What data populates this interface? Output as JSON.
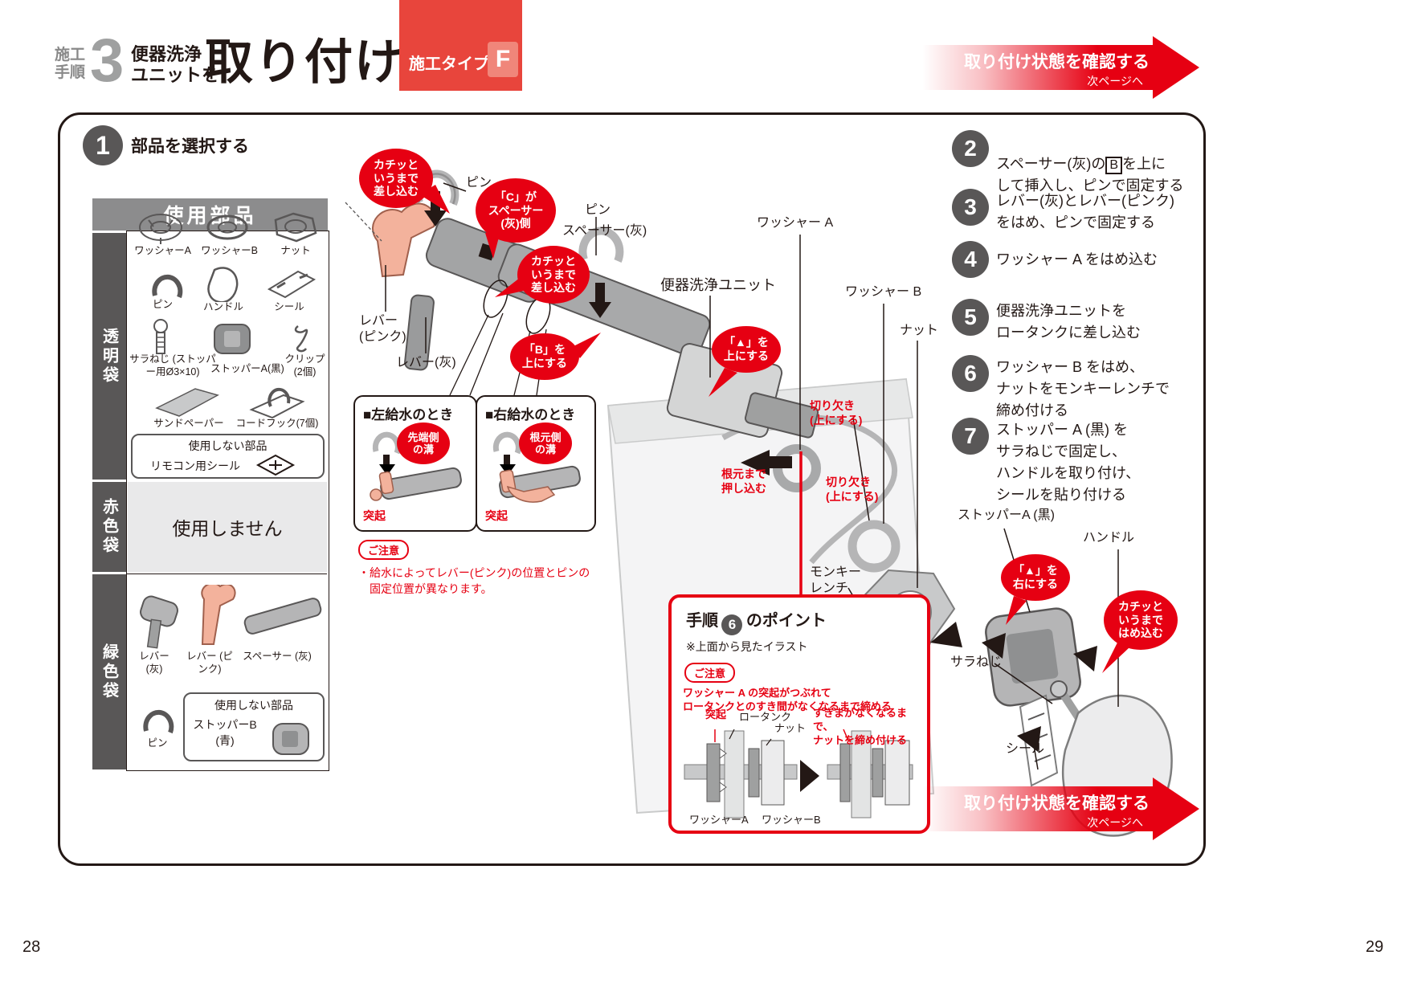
{
  "page": {
    "left_number": "28",
    "right_number": "29"
  },
  "header": {
    "procedure_line1": "施工",
    "procedure_line2": "手順",
    "step_number": "3",
    "object_line1": "便器洗浄",
    "object_line2": "ユニットを",
    "title": "取り付ける",
    "type_label": "施工タイプ",
    "type_value": "F"
  },
  "next_banner": {
    "title": "取り付け状態を確認する",
    "subtitle": "次ページへ"
  },
  "step1": {
    "number": "1",
    "title": "部品を選択する"
  },
  "parts_table": {
    "header": "使用部品",
    "bag1": {
      "name": "透明袋",
      "items": [
        {
          "label": "ワッシャーA"
        },
        {
          "label": "ワッシャーB"
        },
        {
          "label": "ナット"
        },
        {
          "label": "ピン"
        },
        {
          "label": "ハンドル"
        },
        {
          "label": "シール"
        },
        {
          "label": "サラねじ\n(ストッパー用Ø3×10)"
        },
        {
          "label": "ストッパーA(黒)"
        },
        {
          "label": "クリップ\n(2個)"
        },
        {
          "label": "サンドペーパー"
        },
        {
          "label": "コードフック(7個)"
        }
      ],
      "unused_title": "使用しない部品",
      "unused_item": "リモコン用シール"
    },
    "bag2": {
      "name": "赤色袋",
      "note": "使用しません"
    },
    "bag3": {
      "name": "緑色袋",
      "items": [
        {
          "label": "レバー\n(灰)"
        },
        {
          "label": "レバー\n(ピンク)"
        },
        {
          "label": "スペーサー\n(灰)"
        },
        {
          "label": "ピン"
        }
      ],
      "unused_title": "使用しない部品",
      "unused_item": "ストッパーB\n(青)"
    }
  },
  "diagram": {
    "bubble_insert_click_1": "カチッと\nいうまで\n差し込む",
    "label_pin_1": "ピン",
    "bubble_c_side": "「C」が\nスペーサー\n(灰)側",
    "label_spacer": "スペーサー(灰)",
    "label_pin_2": "ピン",
    "bubble_insert_click_2": "カチッと\nいうまで\n差し込む",
    "bubble_b_up": "「B」を\n上にする",
    "label_lever_pink": "レバー\n(ピンク)",
    "label_lever_gray": "レバー(灰)",
    "label_unit": "便器洗浄ユニット",
    "label_washer_a": "ワッシャー A",
    "label_washer_b": "ワッシャー B",
    "label_nut": "ナット",
    "bubble_triangle_up": "「▲」を\n上にする",
    "note_notch_up_1": "切り欠き\n(上にする)",
    "note_push_to_base": "根元まで\n押し込む",
    "note_notch_up_2": "切り欠き\n(上にする)",
    "label_wrench": "モンキー\nレンチ",
    "label_stopper_a": "ストッパーA (黒)",
    "label_handle": "ハンドル",
    "bubble_triangle_right": "「▲」を\n右にする",
    "bubble_snap_in": "カチッと\nいうまで\nはめ込む",
    "label_flat_screw": "サラねじ",
    "label_seal": "シール"
  },
  "supply_left": {
    "title": "■左給水のとき",
    "bubble": "先端側\nの溝",
    "label": "突起"
  },
  "supply_right": {
    "title": "■右給水のとき",
    "bubble": "根元側\nの溝",
    "label": "突起"
  },
  "supply_note": {
    "badge": "ご注意",
    "text": "・給水によってレバー(ピンク)の位置とピンの\n　固定位置が異なります。"
  },
  "point_box": {
    "title_pre": "手順",
    "title_step": "6",
    "title_post": "のポイント",
    "subtitle": "※上面から見たイラスト",
    "badge": "ご注意",
    "note": "ワッシャー A の突起がつぶれて\nロータンクとのすき間がなくなるまで締める",
    "label_projection": "突起",
    "label_tank": "ロータンク",
    "label_nut": "ナット",
    "note_tighten": "すきまがなくなるまで、\nナットを締め付ける",
    "label_washer_a": "ワッシャーA",
    "label_washer_b": "ワッシャーB"
  },
  "steps": {
    "step2": {
      "number": "2",
      "pre": "スペーサー(灰)の",
      "boxed": "B",
      "mid": "を上に",
      "line2": "して挿入し、ピンで固定する"
    },
    "step3": {
      "number": "3",
      "text": "レバー(灰)とレバー(ピンク)\nをはめ、ピンで固定する"
    },
    "step4": {
      "number": "4",
      "text": "ワッシャー A をはめ込む"
    },
    "step5": {
      "number": "5",
      "text": "便器洗浄ユニットを\nロータンクに差し込む"
    },
    "step6": {
      "number": "6",
      "text": "ワッシャー B をはめ、\nナットをモンキーレンチで\n締め付ける"
    },
    "step7": {
      "number": "7",
      "text": "ストッパー A (黒) を\nサラねじで固定し、\nハンドルを取り付け、\nシールを貼り付ける"
    }
  },
  "colors": {
    "accent_red": "#e60012",
    "dark_gray": "#595757",
    "part_pink": "#f3b29c"
  }
}
